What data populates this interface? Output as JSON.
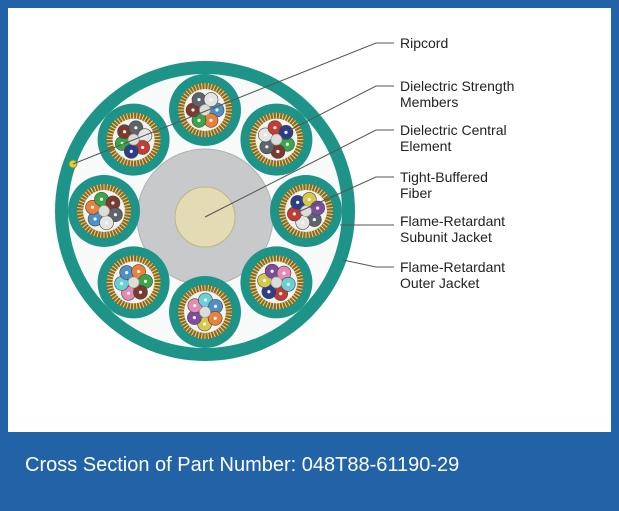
{
  "labels": {
    "ripcord": "Ripcord",
    "strength_1": "Dielectric Strength",
    "strength_2": "Members",
    "central_1": "Dielectric Central",
    "central_2": "Element",
    "fiber_1": "Tight-Buffered",
    "fiber_2": "Fiber",
    "subunit_1": "Flame-Retardant",
    "subunit_2": "Subunit Jacket",
    "outer_1": "Flame-Retardant",
    "outer_2": "Outer Jacket"
  },
  "caption": "Cross Section of Part Number: 048T88-61190-29",
  "colors": {
    "frame_blue": "#2263a7",
    "jacket_teal": "#1e9488",
    "central_gray": "#c8c9cb",
    "core_tan": "#e2dbb4",
    "yarn_brown": "#8a6a22"
  },
  "fiber_colors": [
    "#4e8fc5",
    "#e9813a",
    "#3aa64a",
    "#7a3a2e",
    "#5d646c",
    "#e4e4e4",
    "#c53a32",
    "#2c3d8c",
    "#d6c84a",
    "#7c4d9e",
    "#e48ab4",
    "#6ad0d8"
  ]
}
